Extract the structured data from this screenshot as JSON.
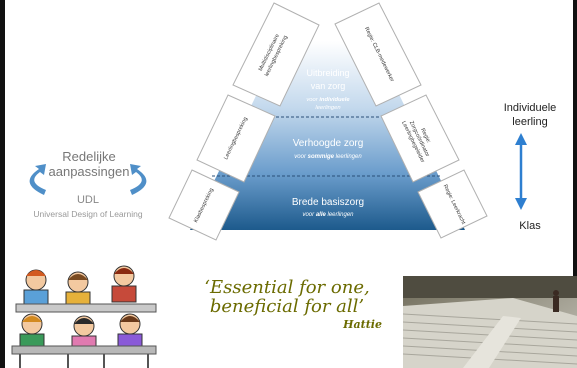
{
  "pyramid": {
    "top": {
      "title": "Uitbreiding van zorg",
      "title_lines": [
        "Uitbreiding",
        "van zorg"
      ],
      "sub_pre": "voor",
      "sub_em": "individuele",
      "sub_post": "leerlingen",
      "sub_lines": [
        "voor individuele",
        "leerlingen"
      ]
    },
    "middle": {
      "title": "Verhoogde zorg",
      "sub_pre": "voor",
      "sub_em": "sommige",
      "sub_post": "leerlingen"
    },
    "bottom": {
      "title": "Brede basiszorg",
      "sub_pre": "voor",
      "sub_em": "alle",
      "sub_post": "leerlingen"
    },
    "left_labels": [
      "Multidisciplinaire leerlingbespreking",
      "Leerlingbespreking",
      "Klasbespreking"
    ],
    "left_label_lines": [
      [
        "Multidisciplinaire",
        "leerlingbespreking"
      ],
      [
        "Leerlingbespreking"
      ],
      [
        "Klasbespreking"
      ]
    ],
    "right_labels": [
      "Regie: CLB-medewerker",
      "Regie: Zorgcoördinator Leerlingbegeleider",
      "Regie: Leerkracht"
    ],
    "right_label_lines": [
      [
        "Regie: CLB-medewerker"
      ],
      [
        "Regie:",
        "Zorgcoördinator",
        "Leerlingbegeleider"
      ],
      [
        "Regie: Leerkracht"
      ]
    ]
  },
  "left_panel": {
    "title": "Redelijke aanpassingen",
    "title_lines": [
      "Redelijke",
      "aanpassingen"
    ],
    "udl": "UDL",
    "udl_full": "Universal Design of Learning"
  },
  "right_panel": {
    "top_label": "Individuele leerling",
    "top_label_lines": [
      "Individuele",
      "leerling"
    ],
    "bottom_label": "Klas"
  },
  "quote": {
    "text": "‘Essential for one, beneficial for all’",
    "lines": [
      "‘Essential for one,",
      "beneficial for all’"
    ],
    "author": "Hattie"
  },
  "colors": {
    "pyramid_top": "#ffffff",
    "pyramid_bottom": "#1d5a8c",
    "arrow": "#2e7fd0",
    "cycle_arrow": "#4f8fc8",
    "quote": "#6b6b00",
    "border": "#b0b0b0"
  },
  "images": {
    "left": "classroom-children-clipart",
    "right": "stairs-ramp-photo"
  }
}
